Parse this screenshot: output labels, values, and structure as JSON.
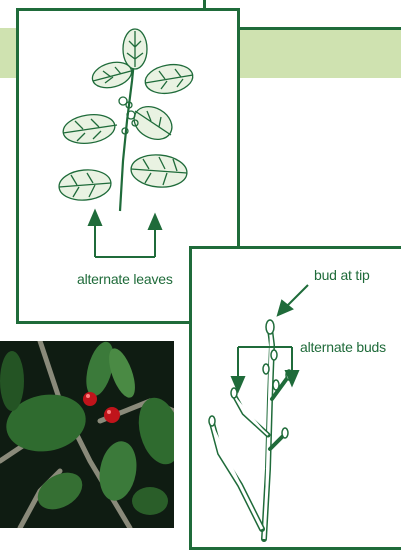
{
  "labels": {
    "alternate_leaves": "alternate leaves",
    "bud_at_tip": "bud at tip",
    "alternate_buds": "alternate buds"
  },
  "colors": {
    "ink": "#1f6b3a",
    "band": "#cfe2b0",
    "berry": "#c0141b",
    "leaf_photo": "#3b7a3a"
  },
  "illustrations": {
    "leaf_drawing": "leafy-branch-sketch",
    "twig_drawing": "bare-twig-sketch",
    "photo": "shrub-with-red-berries-photo"
  }
}
